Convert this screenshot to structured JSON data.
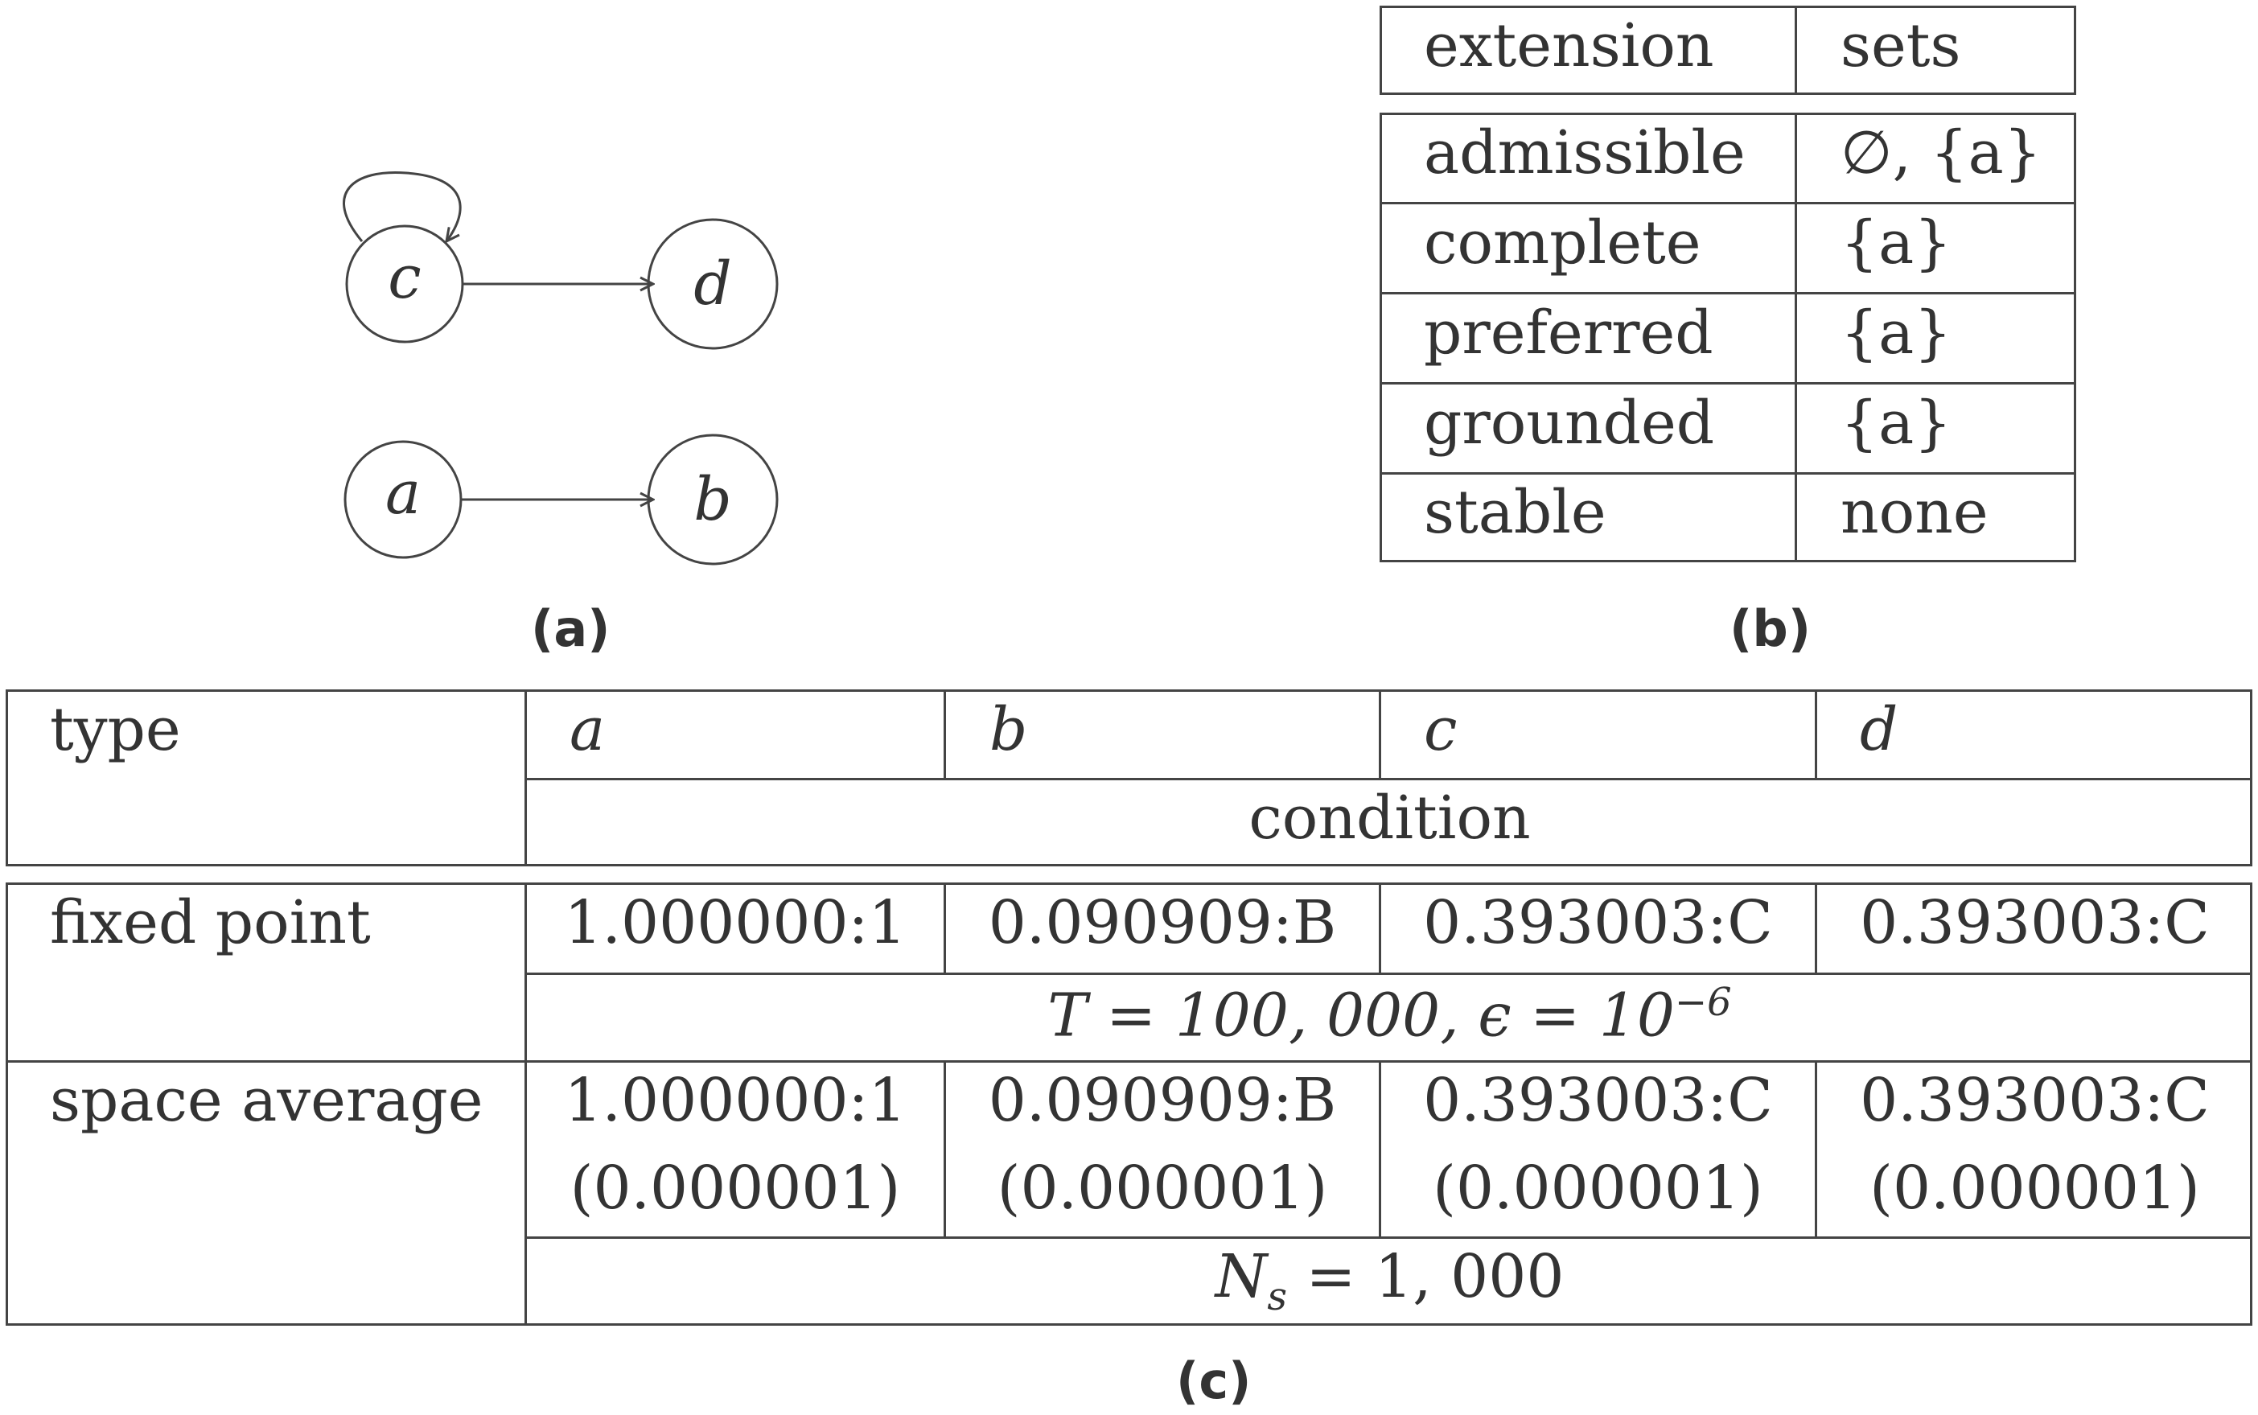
{
  "graph": {
    "nodes": [
      "a",
      "b",
      "c",
      "d"
    ],
    "edges": [
      [
        "c",
        "c"
      ],
      [
        "c",
        "d"
      ],
      [
        "a",
        "b"
      ]
    ],
    "caption": "(a)"
  },
  "table_b": {
    "caption": "(b)",
    "headers": [
      "extension",
      "sets"
    ],
    "rows": [
      [
        "admissible",
        "∅, {a}"
      ],
      [
        "complete",
        "{a}"
      ],
      [
        "preferred",
        "{a}"
      ],
      [
        "grounded",
        "{a}"
      ],
      [
        "stable",
        "none"
      ]
    ]
  },
  "table_c": {
    "caption": "(c)",
    "header": {
      "type": "type",
      "cols": [
        "a",
        "b",
        "c",
        "d"
      ],
      "condition": "condition"
    },
    "rows": [
      {
        "type": "fixed point",
        "values": [
          "1.000000:1",
          "0.090909:B",
          "0.393003:C",
          "0.393003:C"
        ],
        "condition": "T = 100, 000, ϵ = 10",
        "condition_exp": "−6"
      },
      {
        "type": "space average",
        "values": [
          "1.000000:1",
          "0.090909:B",
          "0.393003:C",
          "0.393003:C"
        ],
        "std": [
          "(0.000001)",
          "(0.000001)",
          "(0.000001)",
          "(0.000001)"
        ],
        "condition": "N",
        "condition_sub": "s",
        "condition_rest": " = 1, 000"
      }
    ]
  }
}
